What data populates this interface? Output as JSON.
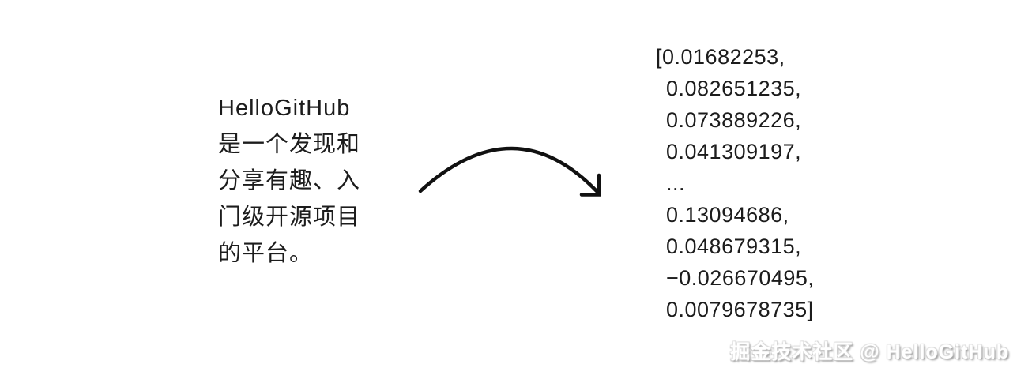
{
  "source_text": {
    "full_text": "HelloGitHub 是一个发现和分享有趣、入门级开源项目的平台。",
    "lines": [
      "HelloGitHub",
      "是一个发现和",
      "分享有趣、入",
      "门级开源项目",
      "的平台。"
    ]
  },
  "arrow": {
    "description": "curved arrow from text to embedding vector",
    "color": "#111111"
  },
  "embedding_vector": {
    "lines": [
      "[0.01682253,",
      "0.082651235,",
      "0.073889226,",
      "0.041309197,",
      "...",
      "0.13094686,",
      "0.048679315,",
      "−0.026670495,",
      "0.0079678735]"
    ],
    "values_shown": [
      0.01682253,
      0.082651235,
      0.073889226,
      0.041309197,
      0.13094686,
      0.048679315,
      -0.026670495,
      0.0079678735
    ],
    "truncated": true
  },
  "watermark": {
    "text": "掘金技术社区 @ HelloGitHub"
  },
  "colors": {
    "background": "#ffffff",
    "text": "#1c1c1c",
    "arrow": "#111111",
    "watermark_fill": "#ffffff",
    "watermark_shadow": "#9a9a9a"
  }
}
